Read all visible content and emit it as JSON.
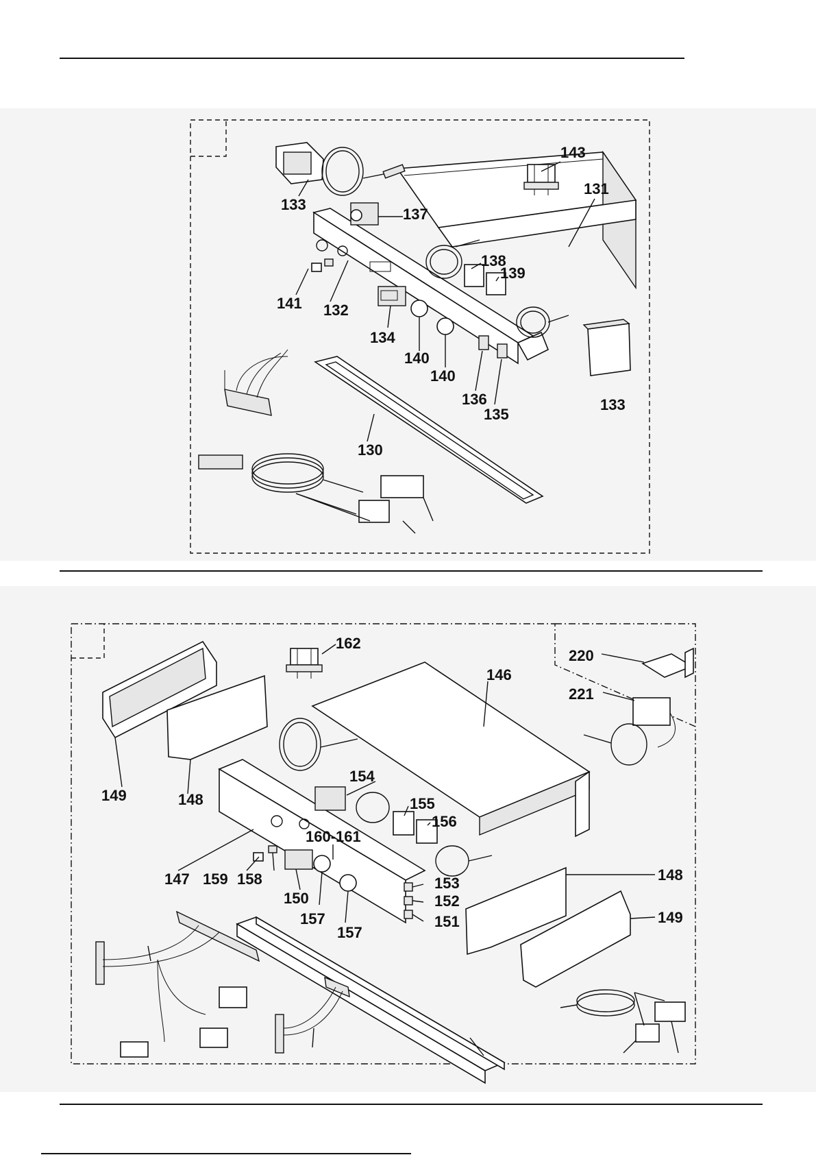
{
  "top_diagram": {
    "labels": [
      {
        "id": "p143",
        "text": "143"
      },
      {
        "id": "p131",
        "text": "131"
      },
      {
        "id": "p133a",
        "text": "133"
      },
      {
        "id": "p137",
        "text": "137"
      },
      {
        "id": "p138",
        "text": "138"
      },
      {
        "id": "p139",
        "text": "139"
      },
      {
        "id": "p141",
        "text": "141"
      },
      {
        "id": "p132",
        "text": "132"
      },
      {
        "id": "p134",
        "text": "134"
      },
      {
        "id": "p140a",
        "text": "140"
      },
      {
        "id": "p140b",
        "text": "140"
      },
      {
        "id": "p136",
        "text": "136"
      },
      {
        "id": "p135",
        "text": "135"
      },
      {
        "id": "p133b",
        "text": "133"
      },
      {
        "id": "p130",
        "text": "130"
      }
    ]
  },
  "bottom_diagram": {
    "labels": [
      {
        "id": "p162",
        "text": "162"
      },
      {
        "id": "p220",
        "text": "220"
      },
      {
        "id": "p146",
        "text": "146"
      },
      {
        "id": "p221",
        "text": "221"
      },
      {
        "id": "p149a",
        "text": "149"
      },
      {
        "id": "p148a",
        "text": "148"
      },
      {
        "id": "p154",
        "text": "154"
      },
      {
        "id": "p155",
        "text": "155"
      },
      {
        "id": "p156",
        "text": "156"
      },
      {
        "id": "p160",
        "text": "160-161"
      },
      {
        "id": "p147",
        "text": "147"
      },
      {
        "id": "p159",
        "text": "159"
      },
      {
        "id": "p158",
        "text": "158"
      },
      {
        "id": "p150",
        "text": "150"
      },
      {
        "id": "p153",
        "text": "153"
      },
      {
        "id": "p152",
        "text": "152"
      },
      {
        "id": "p151",
        "text": "151"
      },
      {
        "id": "p157a",
        "text": "157"
      },
      {
        "id": "p157b",
        "text": "157"
      },
      {
        "id": "p148b",
        "text": "148"
      },
      {
        "id": "p149b",
        "text": "149"
      }
    ]
  }
}
